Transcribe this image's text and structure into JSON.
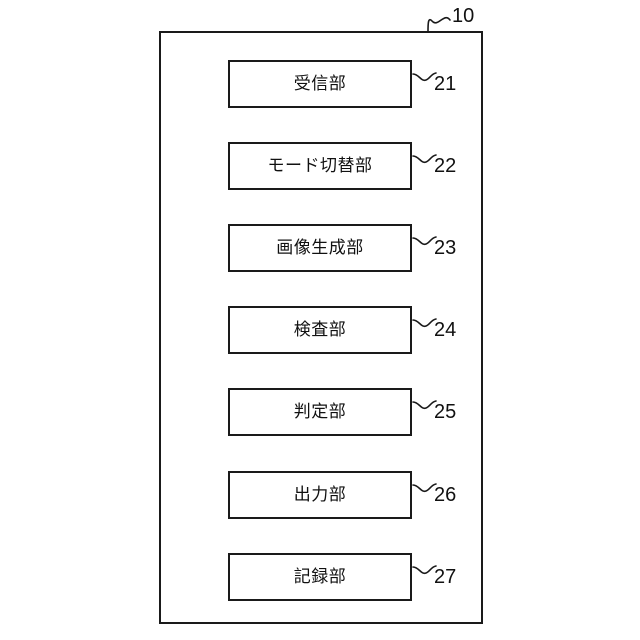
{
  "figure": {
    "type": "patent-block-diagram",
    "background_color": "#ffffff",
    "line_color": "#1a1a1a",
    "apparatus": {
      "ref_numeral": "10",
      "leader_style": "squiggle"
    },
    "blocks": [
      {
        "label": "受信部",
        "ref_numeral": "21"
      },
      {
        "label": "モード切替部",
        "ref_numeral": "22"
      },
      {
        "label": "画像生成部",
        "ref_numeral": "23"
      },
      {
        "label": "検査部",
        "ref_numeral": "24"
      },
      {
        "label": "判定部",
        "ref_numeral": "25"
      },
      {
        "label": "出力部",
        "ref_numeral": "26"
      },
      {
        "label": "記録部",
        "ref_numeral": "27"
      }
    ]
  }
}
